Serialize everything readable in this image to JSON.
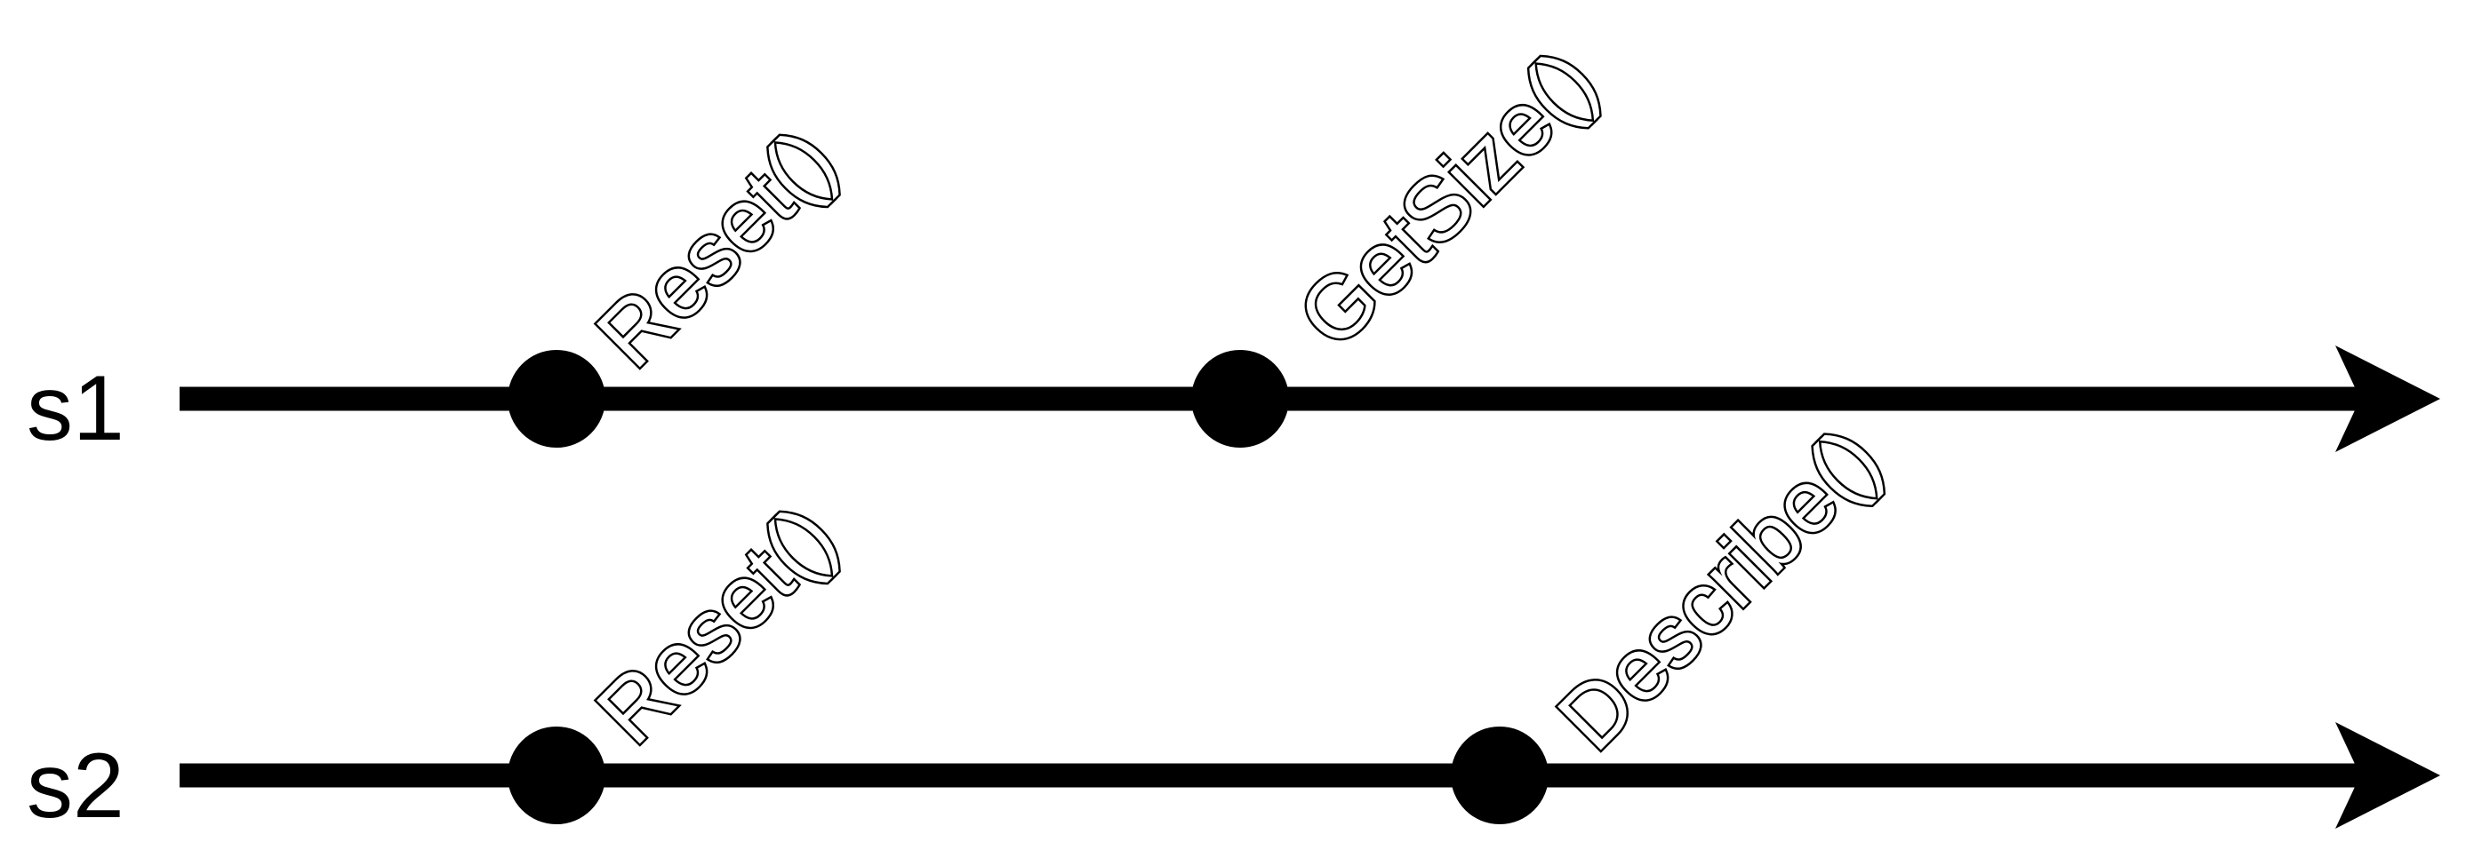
{
  "lanes": [
    {
      "label": "s1",
      "events": [
        {
          "label": "Reset()"
        },
        {
          "label": "GetSize()"
        }
      ]
    },
    {
      "label": "s2",
      "events": [
        {
          "label": "Reset()"
        },
        {
          "label": "Describe()"
        }
      ]
    }
  ],
  "colors": {
    "stroke": "#000000",
    "background": "#ffffff"
  }
}
